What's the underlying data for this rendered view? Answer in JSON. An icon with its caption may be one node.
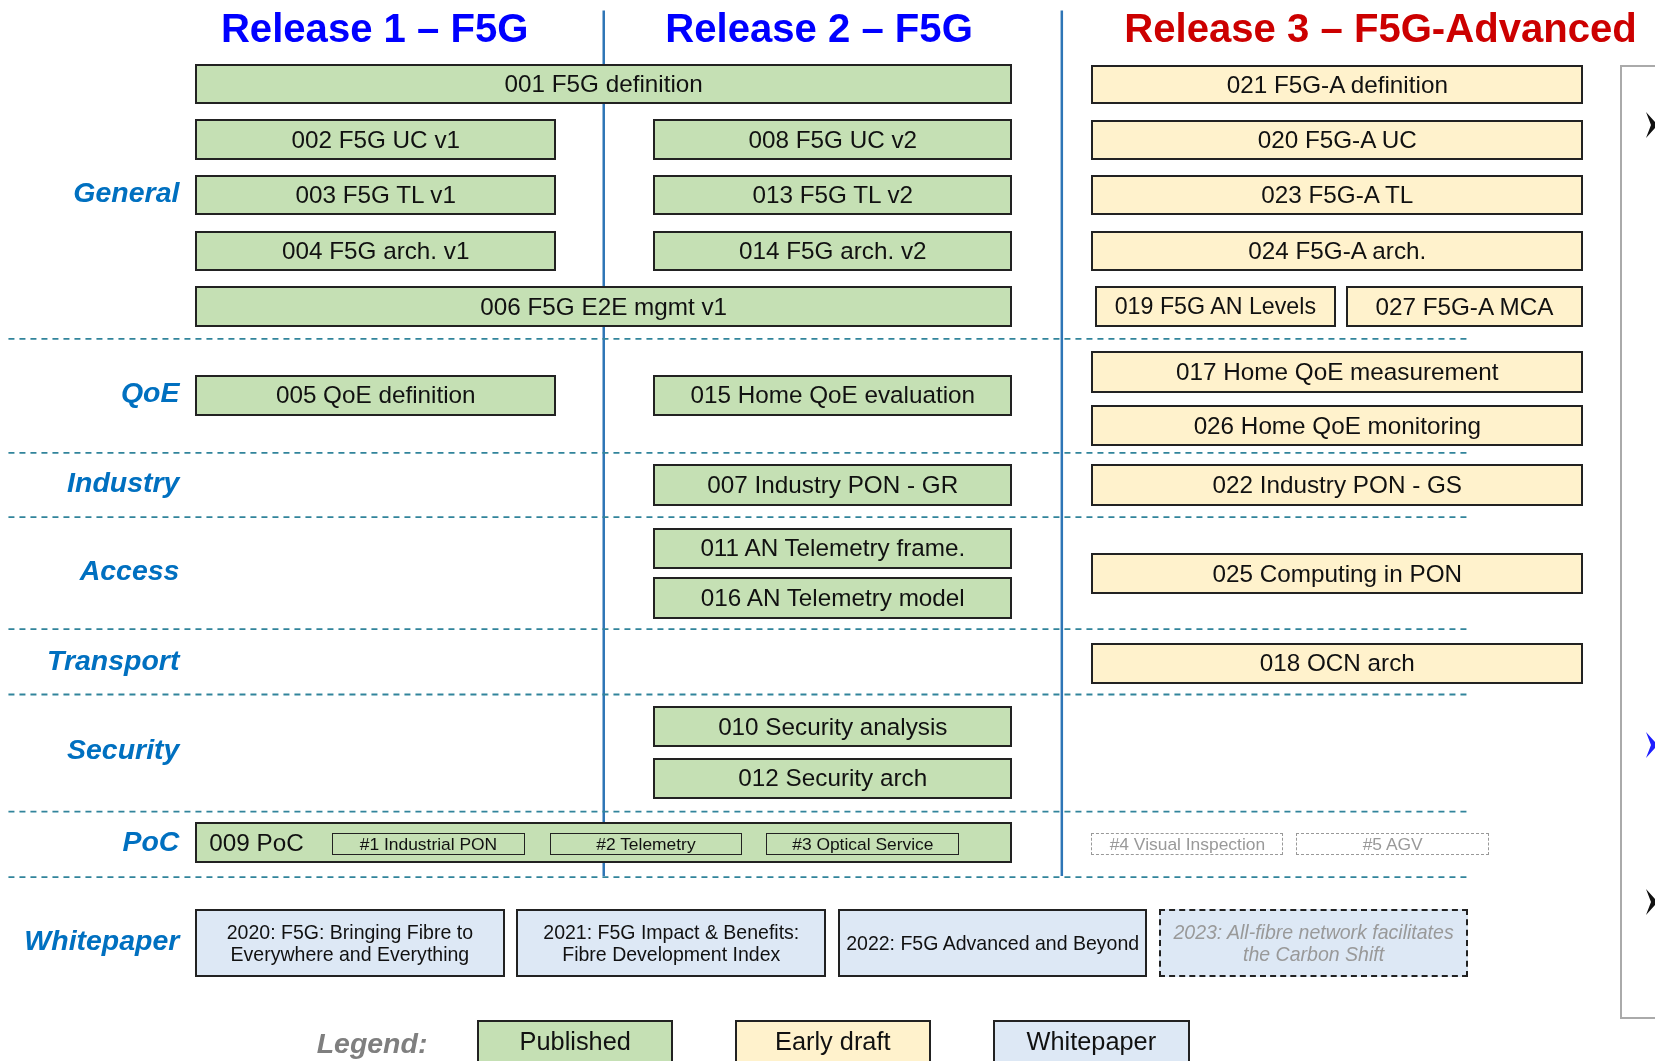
{
  "diagram": {
    "nodes": [
      {
        "text": [
          "001 F5G definition"
        ]
      },
      {
        "text": [
          "002 F5G UC v1"
        ]
      },
      {
        "text": [
          "003 F5G TL v1"
        ]
      },
      {
        "text": [
          "004 F5G arch. v1"
        ]
      },
      {
        "text": [
          "006 F5G E2E mgmt v1"
        ]
      },
      {
        "text": [
          "008 F5G UC v2"
        ]
      },
      {
        "text": [
          "013 F5G TL v2"
        ]
      },
      {
        "text": [
          "014 F5G arch. v2"
        ]
      },
      {
        "text": [
          "021 F5G-A definition"
        ]
      },
      {
        "text": [
          "020 F5G-A UC"
        ]
      },
      {
        "text": [
          "023 F5G-A TL"
        ]
      },
      {
        "text": [
          "024 F5G-A arch."
        ]
      },
      {
        "text": [
          "019 F5G AN Levels"
        ]
      },
      {
        "text": [
          "027 F5G-A MCA"
        ]
      },
      {
        "text": [
          "005 QoE definition"
        ]
      },
      {
        "text": [
          "015 Home QoE evaluation"
        ]
      },
      {
        "text": [
          "017 Home QoE measurement"
        ]
      },
      {
        "text": [
          "026 Home QoE monitoring"
        ]
      },
      {
        "text": [
          "007 Industry PON - GR"
        ]
      },
      {
        "text": [
          "022 Industry PON - GS"
        ]
      },
      {
        "text": [
          "011 AN Telemetry frame."
        ]
      },
      {
        "text": [
          "016 AN Telemetry model"
        ]
      },
      {
        "text": [
          "025 Computing in PON"
        ]
      },
      {
        "text": [
          "018 OCN arch"
        ]
      },
      {
        "text": [
          "010 Security analysis"
        ]
      },
      {
        "text": [
          "012 Security arch"
        ]
      },
      {
        "text": [
          "009 PoC"
        ]
      },
      {
        "text": [
          "#1 Industrial PON"
        ],
        "in": 26
      },
      {
        "text": [
          "#2 Telemetry"
        ],
        "in": 26
      },
      {
        "text": [
          "#3 Optical Service"
        ],
        "in": 26
      },
      {
        "text": [
          "#4 Visual Inspection"
        ]
      },
      {
        "text": [
          "#5 AGV"
        ]
      },
      {
        "text": [
          "2020: F5G: Bringing Fibre to Everywhere and Everything"
        ]
      },
      {
        "text": [
          "2021: F5G Impact & Benefits: Fibre Development Index"
        ]
      },
      {
        "text": [
          "2022: F5G Advanced and Beyond"
        ]
      },
      {
        "text": [
          "2023: All-fibre network facilitates the Carbon Shift"
        ]
      }
    ],
    "labels": [
      "Release 1 – F5G",
      "Release 2 – F5G",
      "Release 3 – F5G-Advanced",
      "General",
      "QoE",
      "Industry",
      "Access",
      "Transport",
      "Security",
      "PoC",
      "Whitepaper",
      "Legend:"
    ],
    "legend": [
      {
        "text": "Published",
        "color": "#c5e0b4"
      },
      {
        "text": "Early draft",
        "color": "#fff2cc"
      },
      {
        "text": "Whitepaper",
        "color": "#dde8f5"
      }
    ]
  }
}
